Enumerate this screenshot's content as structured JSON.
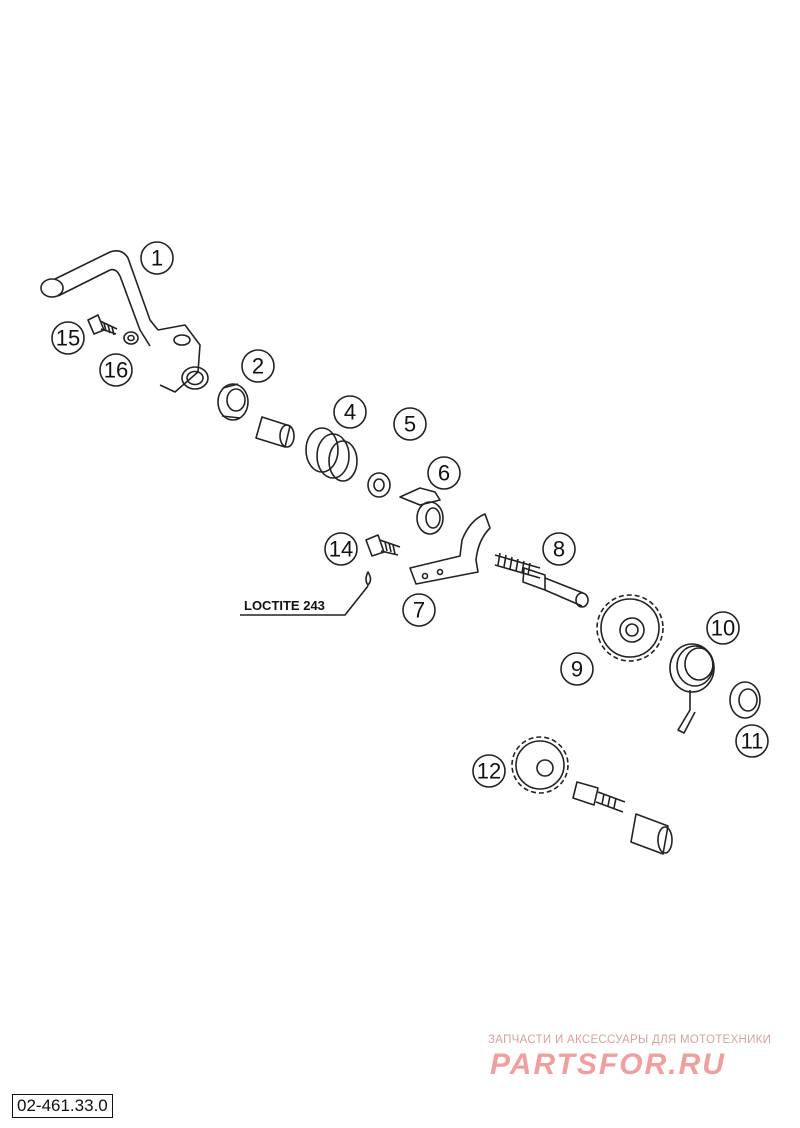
{
  "callouts": {
    "c1": "1",
    "c2": "2",
    "c4": "4",
    "c5": "5",
    "c6": "6",
    "c7": "7",
    "c8": "8",
    "c9": "9",
    "c10": "10",
    "c11": "11",
    "c12": "12",
    "c14": "14",
    "c15": "15",
    "c16": "16"
  },
  "labels": {
    "loctite": "LOCTITE 243"
  },
  "watermark": {
    "tagline": "ЗАПЧАСТИ И АКСЕССУАРЫ ДЛЯ МОТОТЕХНИКИ",
    "logo": "PARTSFOR.RU"
  },
  "part_code": "02-461.33.0"
}
